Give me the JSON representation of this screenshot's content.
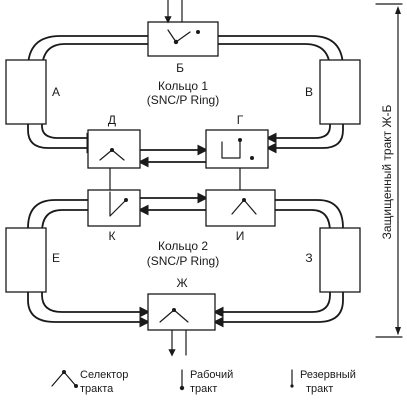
{
  "node_labels": {
    "a": "А",
    "b": "Б",
    "v": "В",
    "g": "Г",
    "d": "Д",
    "e": "Е",
    "zh": "Ж",
    "z": "З",
    "i": "И",
    "k": "К"
  },
  "ring1": {
    "title": "Кольцо 1",
    "subtitle": "(SNC/P Ring)"
  },
  "ring2": {
    "title": "Кольцо 2",
    "subtitle": "(SNC/P Ring)"
  },
  "side_label": "Защищенный тракт Ж-Б",
  "legend": {
    "selector": [
      "Селектор",
      "тракта"
    ],
    "working": [
      "Рабочий",
      "тракт"
    ],
    "reserve": [
      "Резервный",
      "тракт"
    ]
  }
}
